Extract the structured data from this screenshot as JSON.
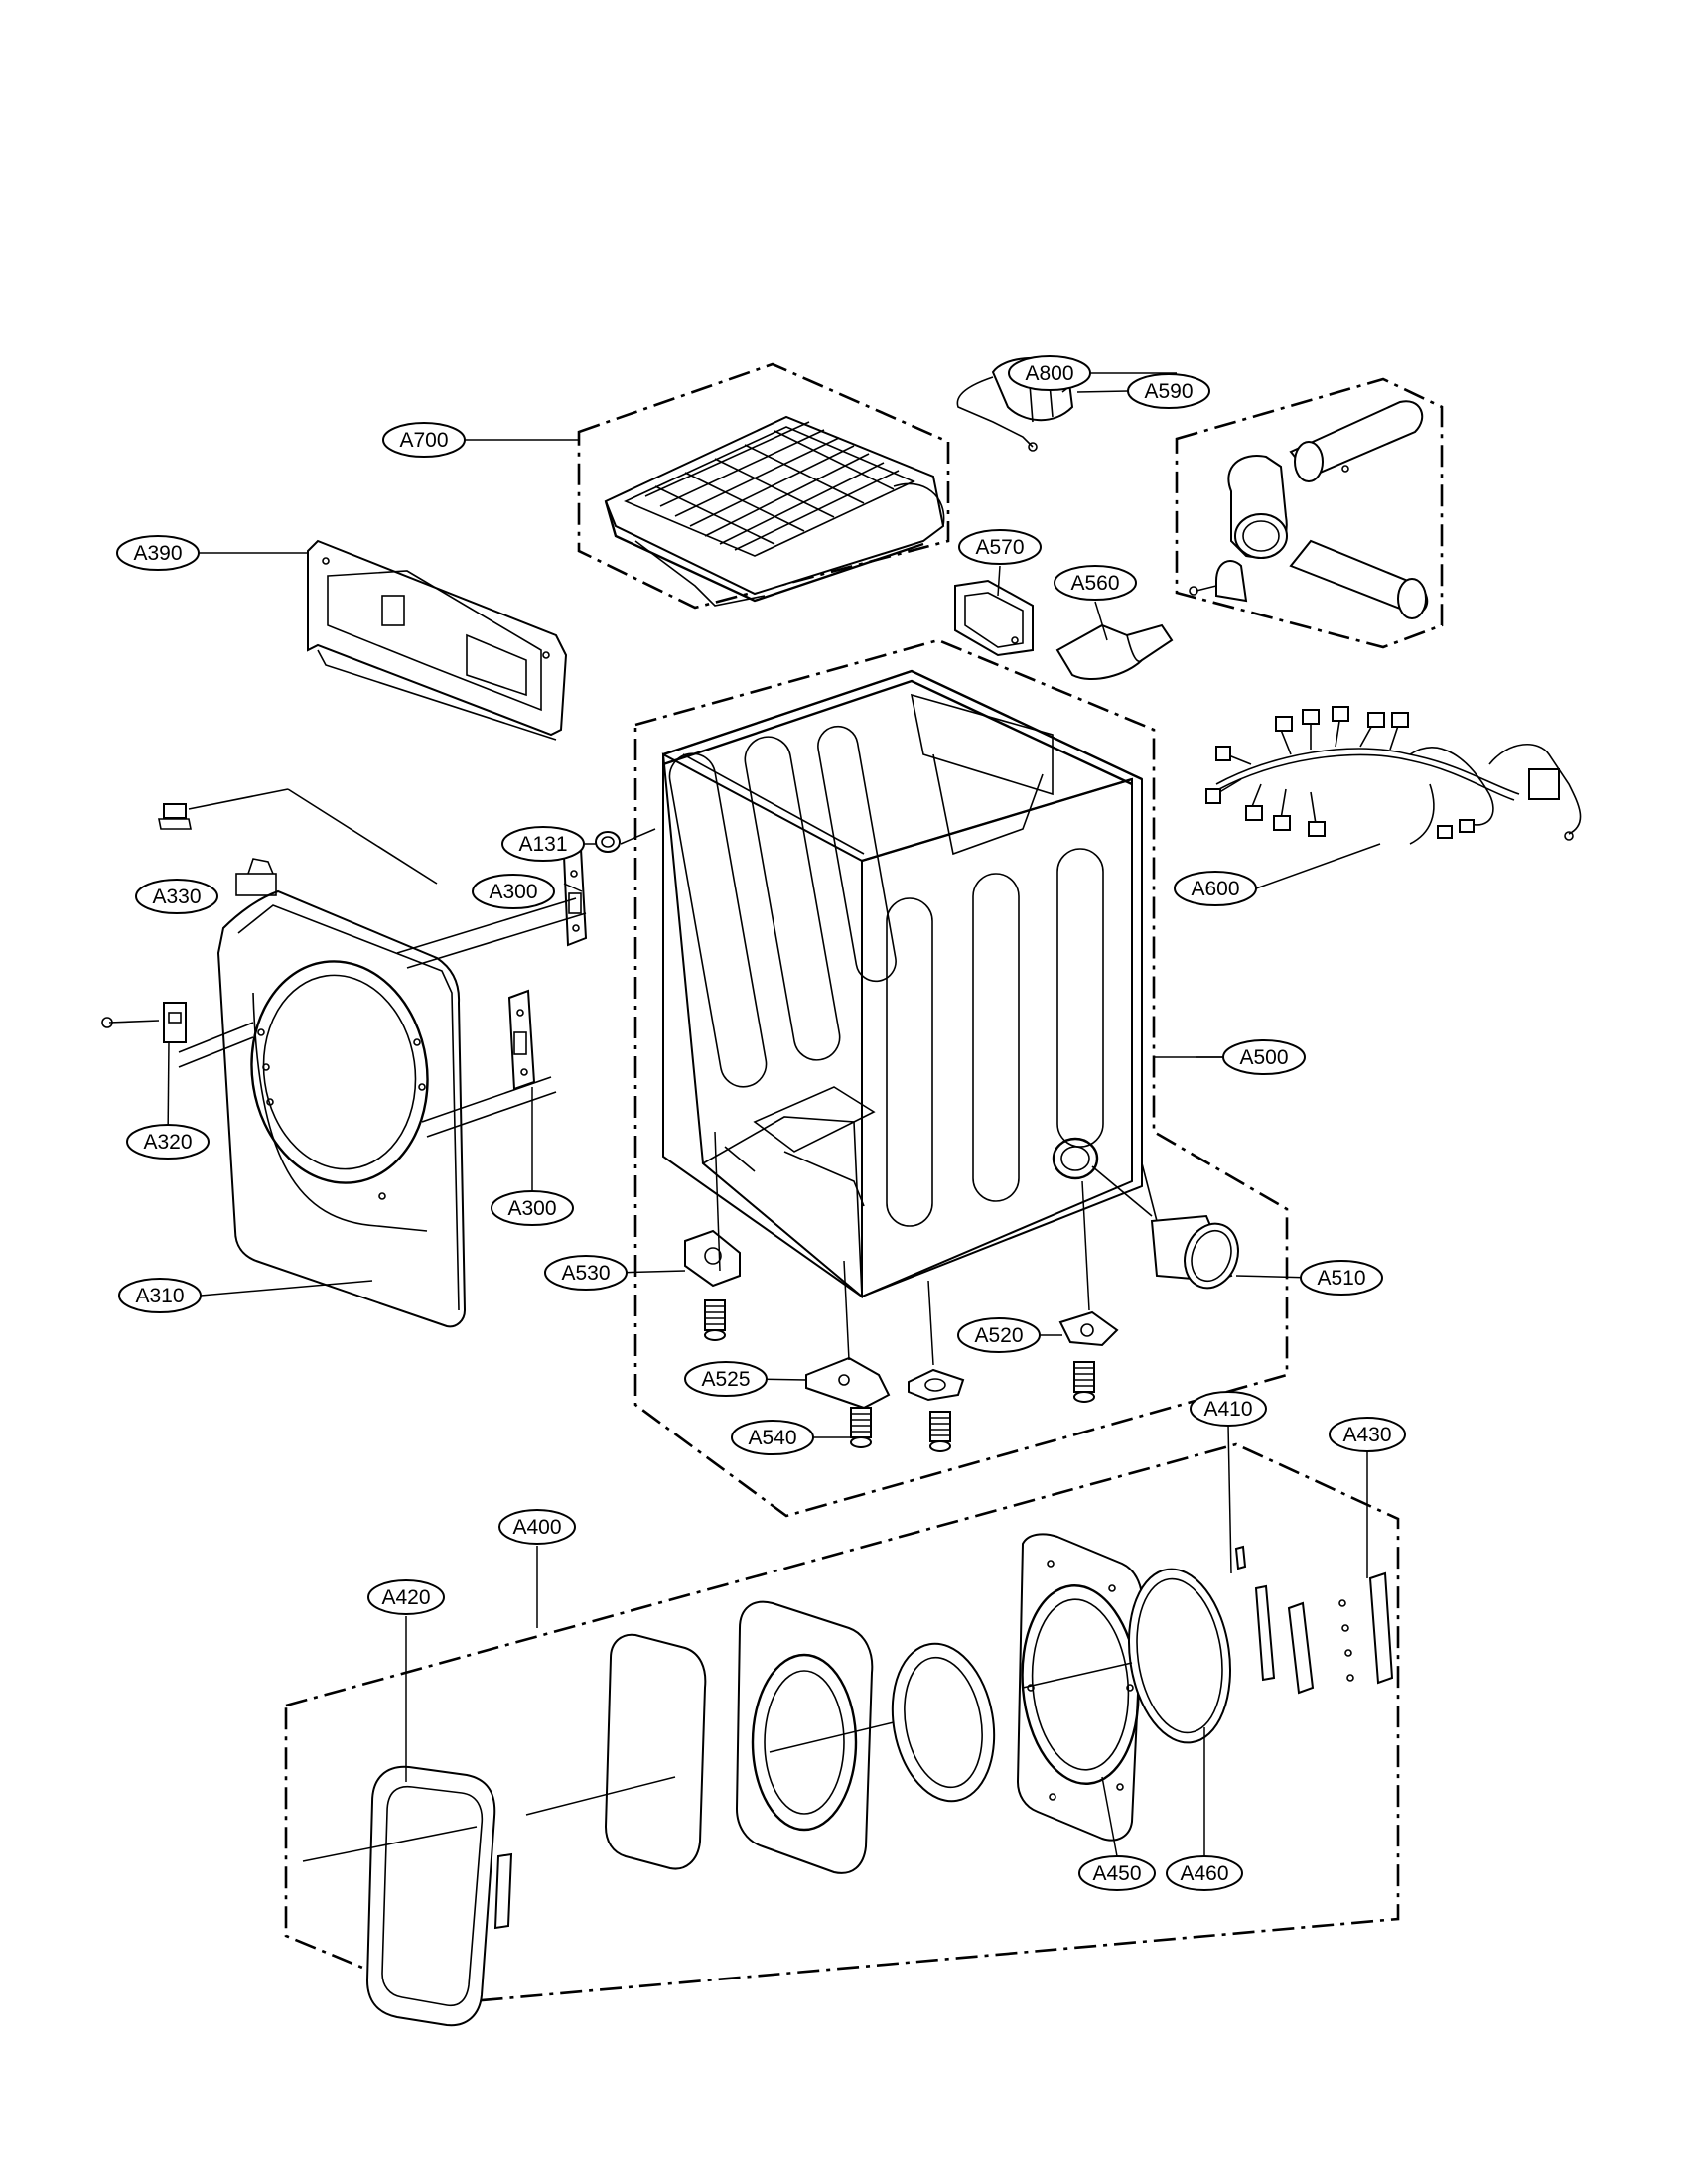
{
  "callouts": [
    {
      "id": "A700"
    },
    {
      "id": "A590"
    },
    {
      "id": "A800"
    },
    {
      "id": "A390"
    },
    {
      "id": "A570"
    },
    {
      "id": "A560"
    },
    {
      "id": "A600"
    },
    {
      "id": "A330"
    },
    {
      "id": "A131"
    },
    {
      "id": "A300"
    },
    {
      "id": "A300"
    },
    {
      "id": "A320"
    },
    {
      "id": "A500"
    },
    {
      "id": "A530"
    },
    {
      "id": "A310"
    },
    {
      "id": "A510"
    },
    {
      "id": "A520"
    },
    {
      "id": "A525"
    },
    {
      "id": "A540"
    },
    {
      "id": "A410"
    },
    {
      "id": "A430"
    },
    {
      "id": "A400"
    },
    {
      "id": "A420"
    },
    {
      "id": "A450"
    },
    {
      "id": "A460"
    }
  ]
}
